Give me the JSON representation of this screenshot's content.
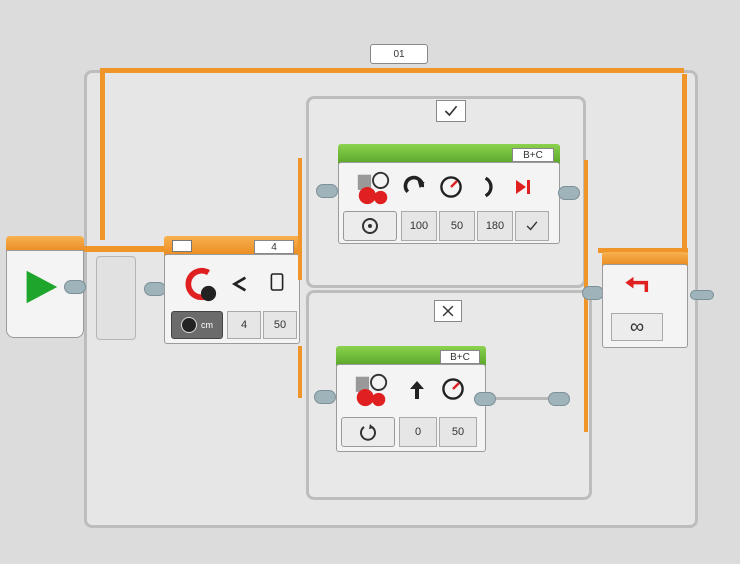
{
  "loop": {
    "label": "01"
  },
  "case_true_icon": "checkmark-icon",
  "case_false_icon": "cross-icon",
  "switch_block": {
    "threshold_port": "4",
    "params": [
      "4",
      "50"
    ],
    "mode_label": "cm"
  },
  "move_block_top": {
    "ports": "B+C",
    "params": [
      "100",
      "50",
      "180"
    ],
    "brake_icon": "checkmark-icon"
  },
  "move_block_bottom": {
    "ports": "B+C",
    "params": [
      "0",
      "50"
    ]
  },
  "loop_end": {
    "count_symbol": "∞"
  },
  "colors": {
    "wire": "#f0952a",
    "move_cap": "#5cae2e",
    "flow_cap": "#ef9a2f",
    "start_play": "#1ea52b"
  }
}
